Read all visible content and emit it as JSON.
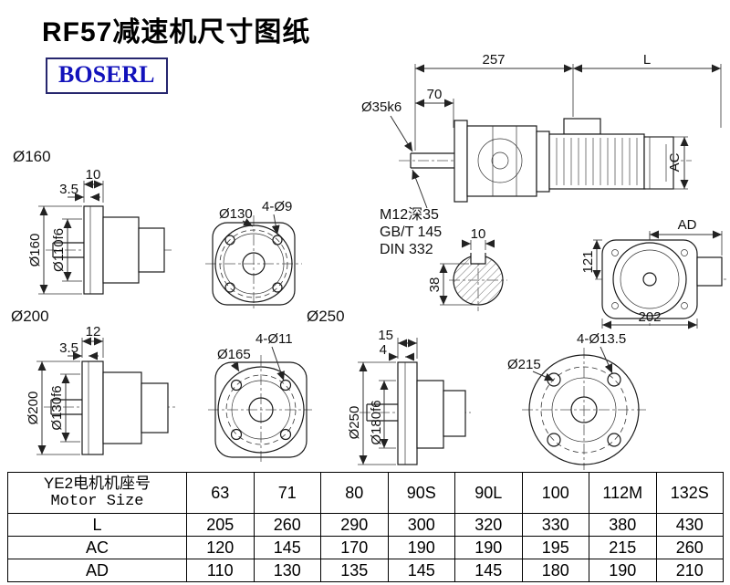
{
  "page": {
    "title": "RF57减速机尺寸图纸",
    "logo": "BOSERL"
  },
  "main_view": {
    "dim_257": "257",
    "dim_l": "L",
    "dim_70": "70",
    "shaft_dia": "Ø35k6",
    "dim_ac": "AC",
    "note_1": "M12深35",
    "note_2": "GB/T 145",
    "note_3": "DIN 332"
  },
  "view_160": {
    "label": "Ø160",
    "dim_10": "10",
    "dim_3_5": "3.5",
    "dia_outer": "Ø160",
    "dia_spigot": "Ø110f6"
  },
  "flange_130": {
    "dia": "Ø130",
    "holes": "4-Ø9"
  },
  "shaft_section": {
    "key_width": "10",
    "height": "38"
  },
  "view_ad": {
    "dim_ad": "AD",
    "dim_121": "121",
    "dim_202": "202"
  },
  "view_200": {
    "label": "Ø200",
    "dim_12": "12",
    "dim_3_5": "3.5",
    "dia_outer": "Ø200",
    "dia_spigot": "Ø130f6"
  },
  "flange_165": {
    "dia": "Ø165",
    "holes": "4-Ø11"
  },
  "view_250": {
    "label": "Ø250",
    "dim_15": "15",
    "dim_4": "4",
    "dia_outer": "Ø250",
    "dia_spigot": "Ø180f6"
  },
  "flange_215": {
    "dia": "Ø215",
    "holes": "4-Ø13.5"
  },
  "table": {
    "header": {
      "line1": "YE2电机机座号",
      "line2": "Motor Size"
    },
    "sizes": [
      "63",
      "71",
      "80",
      "90S",
      "90L",
      "100",
      "112M",
      "132S"
    ],
    "rows": [
      {
        "label": "L",
        "values": [
          "205",
          "260",
          "290",
          "300",
          "320",
          "330",
          "380",
          "430"
        ]
      },
      {
        "label": "AC",
        "values": [
          "120",
          "145",
          "170",
          "190",
          "190",
          "195",
          "215",
          "260"
        ]
      },
      {
        "label": "AD",
        "values": [
          "110",
          "130",
          "135",
          "145",
          "145",
          "180",
          "190",
          "210"
        ]
      }
    ]
  }
}
